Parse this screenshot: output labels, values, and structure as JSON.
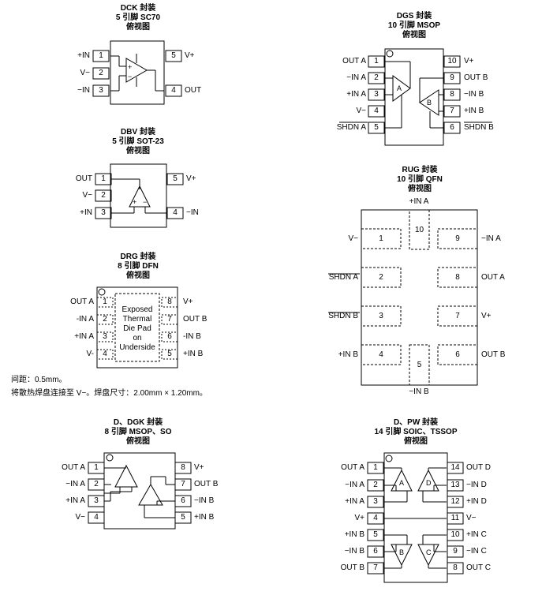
{
  "dck": {
    "t1": "DCK 封装",
    "t2": "5 引脚 SC70",
    "t3": "俯视图",
    "p1": "+IN",
    "p2": "V−",
    "p3": "−IN",
    "p4": "OUT",
    "p5": "V+"
  },
  "dbv": {
    "t1": "DBV 封装",
    "t2": "5 引脚 SOT-23",
    "t3": "俯视图",
    "p1": "OUT",
    "p2": "V−",
    "p3": "+IN",
    "p4": "−IN",
    "p5": "V+"
  },
  "drg": {
    "t1": "DRG 封装",
    "t2": "8 引脚 DFN",
    "t3": "俯视图",
    "p1": "OUT A",
    "p2": "-IN A",
    "p3": "+IN A",
    "p4": "V-",
    "p5": "+IN B",
    "p6": "-IN B",
    "p7": "OUT B",
    "p8": "V+",
    "pad1": "Exposed",
    "pad2": "Thermal",
    "pad3": "Die Pad",
    "pad4": "on",
    "pad5": "Underside",
    "note1": "间距：0.5mm。",
    "note2": "将散热焊盘连接至 V−。焊盘尺寸：2.00mm × 1.20mm。"
  },
  "dgs": {
    "t1": "DGS 封装",
    "t2": "10 引脚 MSOP",
    "t3": "俯视图",
    "p1": "OUT A",
    "p2": "−IN A",
    "p3": "+IN A",
    "p4": "V−",
    "p5": "SHDN A",
    "p6": "SHDN B",
    "p7": "+IN B",
    "p8": "−IN B",
    "p9": "OUT B",
    "p10": "V+"
  },
  "rug": {
    "t1": "RUG 封装",
    "t2": "10 引脚 QFN",
    "t3": "俯视图",
    "p1": "V−",
    "p2": "SHDN A",
    "p3": "SHDN B",
    "p4": "+IN B",
    "p5": "−IN B",
    "p6": "OUT B",
    "p7": "V+",
    "p8": "OUT A",
    "p9": "−IN A",
    "p10": "+IN A"
  },
  "d8": {
    "t1": "D、DGK 封装",
    "t2": "8 引脚 MSOP、SO",
    "t3": "俯视图",
    "p1": "OUT A",
    "p2": "−IN A",
    "p3": "+IN A",
    "p4": "V−",
    "p5": "+IN B",
    "p6": "−IN B",
    "p7": "OUT B",
    "p8": "V+"
  },
  "d14": {
    "t1": "D、PW 封装",
    "t2": "14 引脚 SOIC、TSSOP",
    "t3": "俯视图",
    "p1": "OUT A",
    "p2": "−IN A",
    "p3": "+IN A",
    "p4": "V+",
    "p5": "+IN B",
    "p6": "−IN B",
    "p7": "OUT B",
    "p8": "OUT C",
    "p9": "−IN C",
    "p10": "+IN C",
    "p11": "V−",
    "p12": "+IN D",
    "p13": "−IN D",
    "p14": "OUT D"
  }
}
